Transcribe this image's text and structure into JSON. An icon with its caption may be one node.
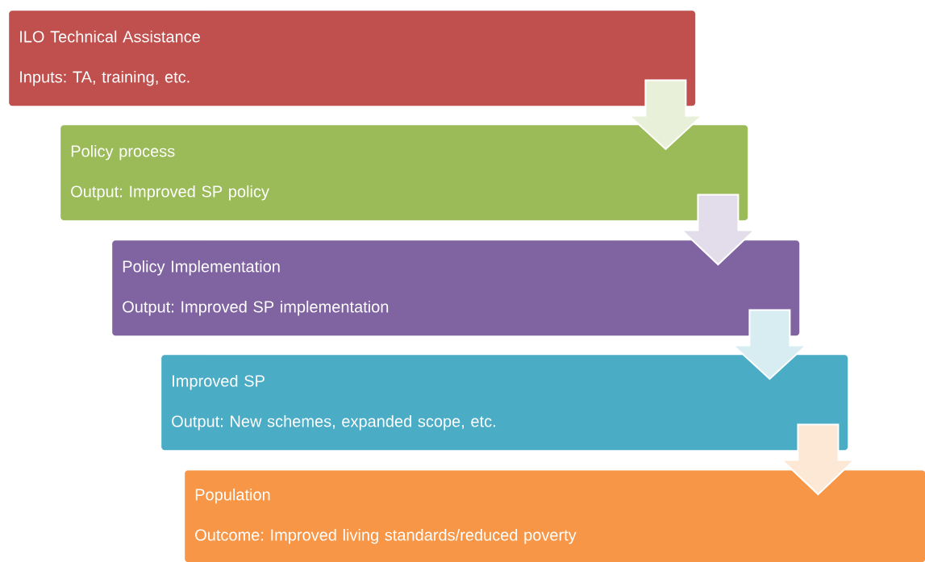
{
  "diagram": {
    "nodes": [
      {
        "text": [
          "ILO Technical Assistance",
          "Inputs: TA, training, etc."
        ]
      },
      {
        "text": [
          "Policy process",
          "Output: Improved SP policy"
        ]
      },
      {
        "text": [
          "Policy Implementation",
          "Output: Improved SP implementation"
        ]
      },
      {
        "text": [
          "Improved SP",
          "Output: New schemes, expanded scope, etc."
        ]
      },
      {
        "text": [
          "Population",
          "Outcome: Improved living standards/reduced poverty"
        ]
      }
    ],
    "edges": [
      {
        "from": 0,
        "to": 1,
        "arrow": "to"
      },
      {
        "from": 1,
        "to": 2,
        "arrow": "to"
      },
      {
        "from": 2,
        "to": 3,
        "arrow": "to"
      },
      {
        "from": 3,
        "to": 4,
        "arrow": "to"
      }
    ]
  }
}
